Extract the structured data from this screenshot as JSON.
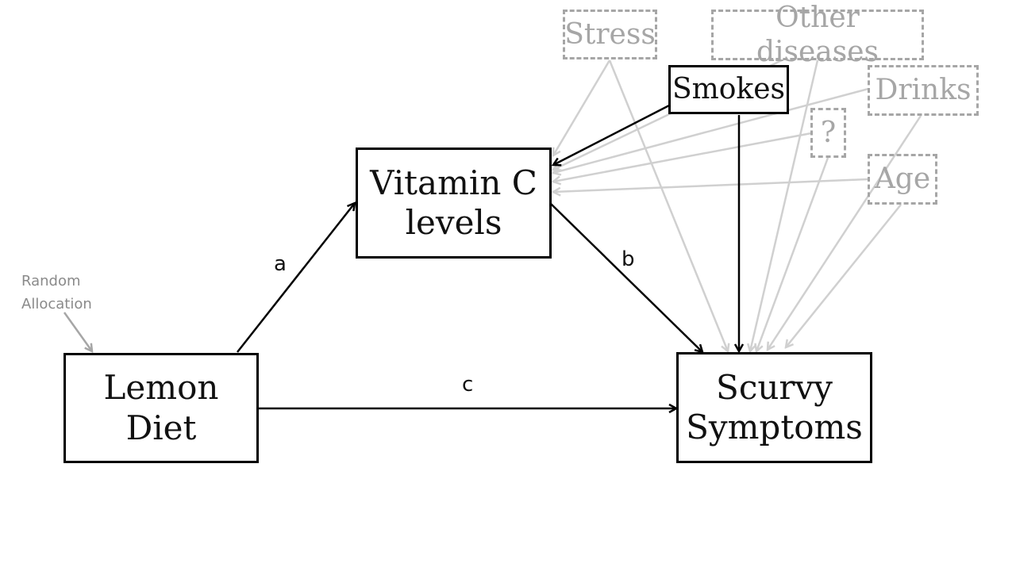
{
  "diagram": {
    "type": "causal mediation diagram",
    "nodes": {
      "lemon_diet": {
        "line1": "Lemon",
        "line2": "Diet"
      },
      "vitamin_c": {
        "line1": "Vitamin C",
        "line2": "levels"
      },
      "scurvy": {
        "line1": "Scurvy",
        "line2": "Symptoms"
      },
      "smokes": {
        "label": "Smokes"
      },
      "stress": {
        "label": "Stress"
      },
      "other_diseases": {
        "label": "Other diseases"
      },
      "drinks": {
        "label": "Drinks"
      },
      "unknown": {
        "label": "?"
      },
      "age": {
        "label": "Age"
      }
    },
    "path_labels": {
      "a": "a",
      "b": "b",
      "c": "c"
    },
    "random_allocation": {
      "line1": "Random",
      "line2": "Allocation"
    },
    "edges": [
      {
        "from": "lemon_diet",
        "to": "vitamin_c",
        "label": "a",
        "style": "solid-black"
      },
      {
        "from": "vitamin_c",
        "to": "scurvy",
        "label": "b",
        "style": "solid-black"
      },
      {
        "from": "lemon_diet",
        "to": "scurvy",
        "label": "c",
        "style": "solid-black"
      },
      {
        "from": "smokes",
        "to": "vitamin_c",
        "style": "solid-black"
      },
      {
        "from": "smokes",
        "to": "scurvy",
        "style": "solid-black"
      },
      {
        "from": "stress",
        "to": "vitamin_c",
        "style": "gray"
      },
      {
        "from": "stress",
        "to": "scurvy",
        "style": "gray"
      },
      {
        "from": "other_diseases",
        "to": "vitamin_c",
        "style": "gray"
      },
      {
        "from": "other_diseases",
        "to": "scurvy",
        "style": "gray"
      },
      {
        "from": "drinks",
        "to": "vitamin_c",
        "style": "gray"
      },
      {
        "from": "drinks",
        "to": "scurvy",
        "style": "gray"
      },
      {
        "from": "unknown",
        "to": "vitamin_c",
        "style": "gray"
      },
      {
        "from": "unknown",
        "to": "scurvy",
        "style": "gray"
      },
      {
        "from": "age",
        "to": "vitamin_c",
        "style": "gray"
      },
      {
        "from": "age",
        "to": "scurvy",
        "style": "gray"
      },
      {
        "from": "random_allocation",
        "to": "lemon_diet",
        "style": "gray-note"
      }
    ],
    "colors": {
      "main": "#000000",
      "confounder": "#a6a6a6",
      "confounder_arrow": "#d0d0d0",
      "note": "#8a8a8a"
    }
  }
}
